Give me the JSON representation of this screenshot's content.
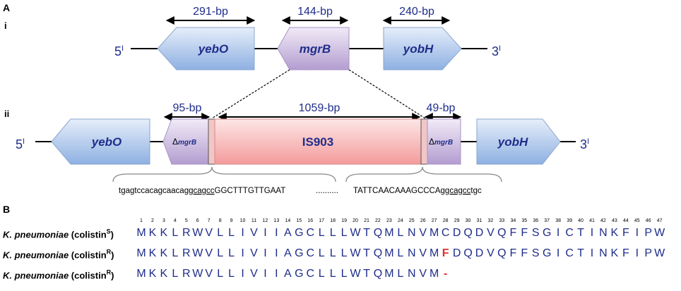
{
  "panel_a": {
    "label": "A",
    "row_i_label": "i",
    "row_ii_label": "ii",
    "prime5": "5",
    "prime3": "3",
    "prime_mark": "I",
    "row_i": {
      "genes": [
        "yebO",
        "mgrB",
        "yobH"
      ],
      "sizes": [
        "291-bp",
        "144-bp",
        "240-bp"
      ]
    },
    "row_ii": {
      "genes": [
        "yebO",
        "yobH"
      ],
      "delta": "Δ",
      "delta_gene": "mgrB",
      "insertion": "IS903",
      "sizes": [
        "95-bp",
        "1059-bp",
        "49-bp"
      ],
      "seq_left": {
        "pre": "tgagtccacagcaaca",
        "underlined": "ggcagcc",
        "post": "GGCTTTGTTGAAT"
      },
      "ellipsis": "..........",
      "seq_right": {
        "pre": "TATTCAACAAAGCCCA",
        "underlined": "ggcagcc",
        "post": "tgc"
      }
    }
  },
  "panel_b": {
    "label": "B",
    "positions": [
      "1",
      "2",
      "3",
      "4",
      "5",
      "6",
      "7",
      "8",
      "9",
      "10",
      "11",
      "12",
      "13",
      "14",
      "15",
      "16",
      "17",
      "18",
      "19",
      "20",
      "21",
      "22",
      "23",
      "24",
      "25",
      "26",
      "27",
      "28",
      "29",
      "30",
      "31",
      "32",
      "33",
      "34",
      "35",
      "36",
      "37",
      "38",
      "39",
      "40",
      "41",
      "42",
      "43",
      "44",
      "45",
      "46",
      "47"
    ],
    "rows": [
      {
        "organism": "K. pneumoniae",
        "phenotype": " (colistin",
        "sup": "S",
        "close": ")",
        "sequence": [
          "M",
          "K",
          "K",
          "L",
          "R",
          "W",
          "V",
          "L",
          "L",
          "I",
          "V",
          "I",
          "I",
          "A",
          "G",
          "C",
          "L",
          "L",
          "L",
          "W",
          "T",
          "Q",
          "M",
          "L",
          "N",
          "V",
          "M",
          "C",
          "D",
          "Q",
          "D",
          "V",
          "Q",
          "F",
          "F",
          "S",
          "G",
          "I",
          "C",
          "T",
          "I",
          "N",
          "K",
          "F",
          "I",
          "P",
          "W"
        ],
        "highlight_index": -1
      },
      {
        "organism": "K. pneumoniae",
        "phenotype": " (colistin",
        "sup": "R",
        "close": ")",
        "sequence": [
          "M",
          "K",
          "K",
          "L",
          "R",
          "W",
          "V",
          "L",
          "L",
          "I",
          "V",
          "I",
          "I",
          "A",
          "G",
          "C",
          "L",
          "L",
          "L",
          "W",
          "T",
          "Q",
          "M",
          "L",
          "N",
          "V",
          "M",
          "F",
          "D",
          "Q",
          "D",
          "V",
          "Q",
          "F",
          "F",
          "S",
          "G",
          "I",
          "C",
          "T",
          "I",
          "N",
          "K",
          "F",
          "I",
          "P",
          "W"
        ],
        "highlight_index": 27
      },
      {
        "organism": "K. pneumoniae",
        "phenotype": " (colistin",
        "sup": "R",
        "close": ")",
        "sequence": [
          "M",
          "K",
          "K",
          "L",
          "R",
          "W",
          "V",
          "L",
          "L",
          "I",
          "V",
          "I",
          "I",
          "A",
          "G",
          "C",
          "L",
          "L",
          "L",
          "W",
          "T",
          "Q",
          "M",
          "L",
          "N",
          "V",
          "M",
          "-"
        ],
        "highlight_index": 27
      }
    ]
  },
  "colors": {
    "text_blue": "#1f2d8a",
    "mutation_red": "#e03030",
    "gene_blue_light": "#dce8f8",
    "gene_blue_dark": "#8fb0e0",
    "gene_purple_light": "#ece4f4",
    "gene_purple_dark": "#b7a2d2",
    "is_red_light": "#fde0e0",
    "is_red_dark": "#f2a0a0"
  }
}
